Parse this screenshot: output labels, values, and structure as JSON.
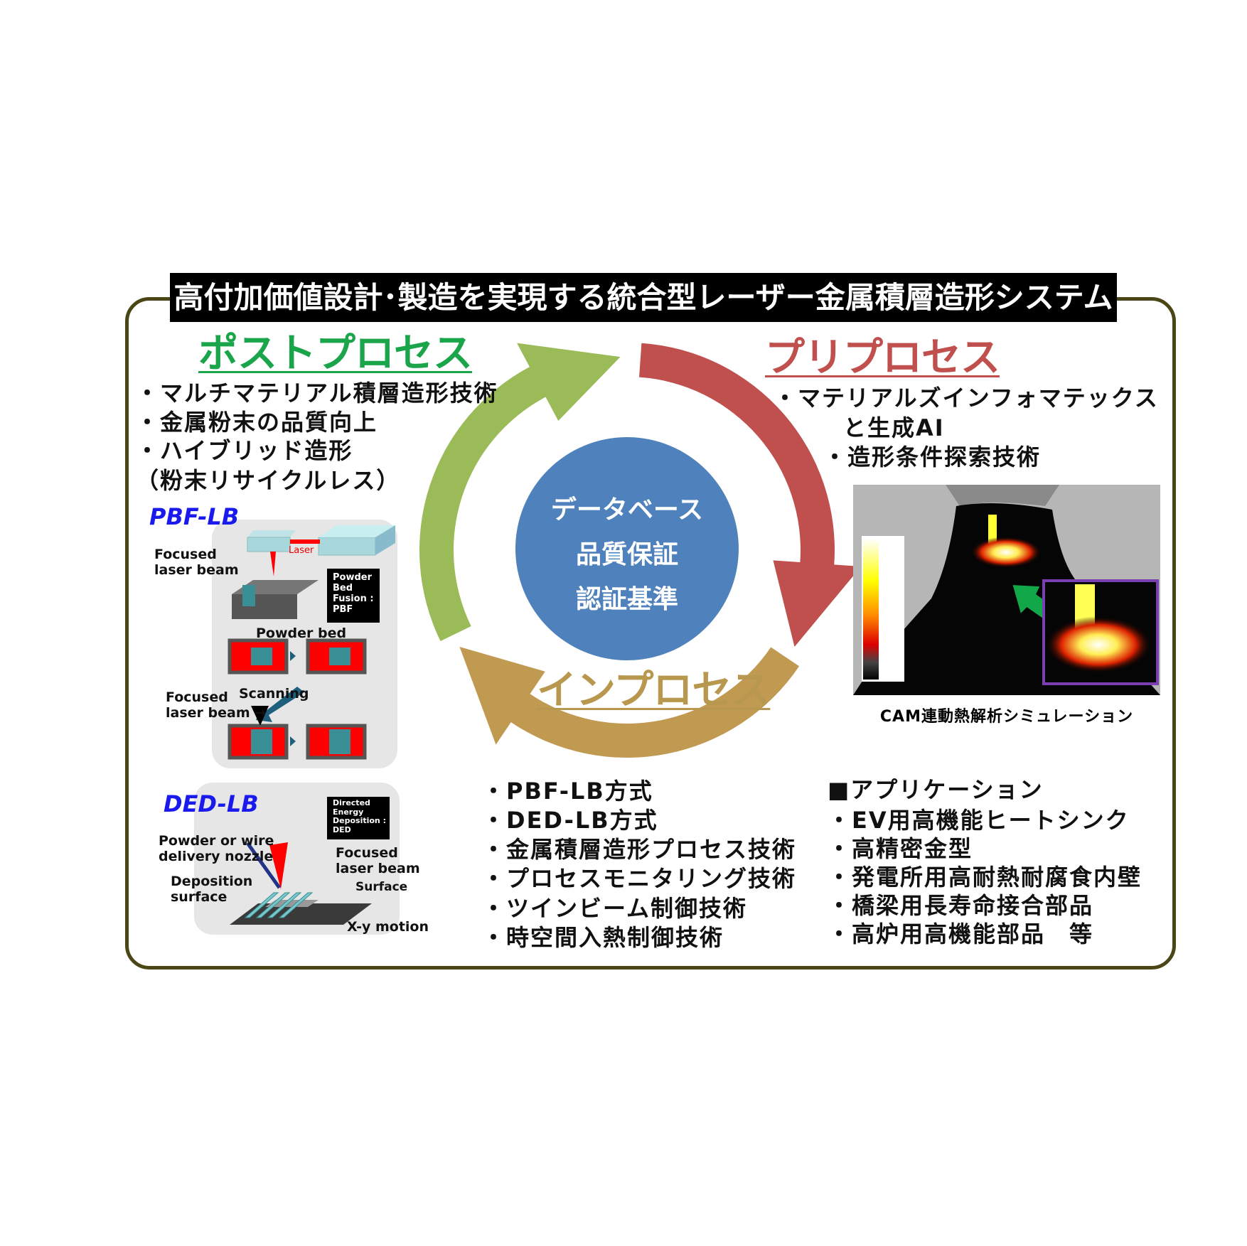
{
  "title": "高付加価値設計･製造を実現する統合型レーザー金属積層造形システム",
  "colors": {
    "frame": "#4a4616",
    "post": "#1aa54a",
    "pre": "#c0504d",
    "in": "#b8974f",
    "green_arrow": "#9bbb59",
    "red_arrow": "#c0504d",
    "gold_arrow": "#c19a52",
    "core": "#4f81bd"
  },
  "post_process": {
    "title": "ポストプロセス",
    "items": [
      "・マルチマテリアル積層造形技術",
      "・金属粉末の品質向上",
      "・ハイブリッド造形",
      "（粉末リサイクルレス）"
    ]
  },
  "pre_process": {
    "title": "プリプロセス",
    "items": [
      "・マテリアルズインフォマテックス",
      "と生成AI",
      "・造形条件探索技術"
    ]
  },
  "in_process": {
    "title": "インプロセス",
    "items": [
      "・PBF-LB方式",
      "・DED-LB方式",
      "・金属積層造形プロセス技術",
      "・プロセスモニタリング技術",
      "・ツインビーム制御技術",
      "・時空間入熱制御技術"
    ]
  },
  "core": {
    "lines": [
      "データベース",
      "品質保証",
      "認証基準"
    ]
  },
  "simulation": {
    "caption": "CAM連動熱解析シミュレーション"
  },
  "applications": {
    "title": "■アプリケーション",
    "items": [
      "・EV用高機能ヒートシンク",
      "・高精密金型",
      "・発電所用高耐熱耐腐食内壁",
      "・橋梁用長寿命接合部品",
      "・高炉用高機能部品　等"
    ]
  },
  "pbf": {
    "tag": "PBF-LB",
    "laser": "Laser",
    "focused1": "Focused\nlaser beam",
    "box": "Powder\nBed\nFusion :\nPBF",
    "powder_bed": "Powder bed",
    "scanning": "Scanning",
    "focused2": "Focused\nlaser beam →"
  },
  "ded": {
    "tag": "DED-LB",
    "box": "Directed\nEnergy\nDeposition :\nDED",
    "nozzle": "Powder or wire\ndelivery nozzle",
    "focused": "Focused\nlaser beam",
    "deposition": "Deposition\nsurface",
    "surface": "Surface",
    "motion": "X-y motion"
  }
}
